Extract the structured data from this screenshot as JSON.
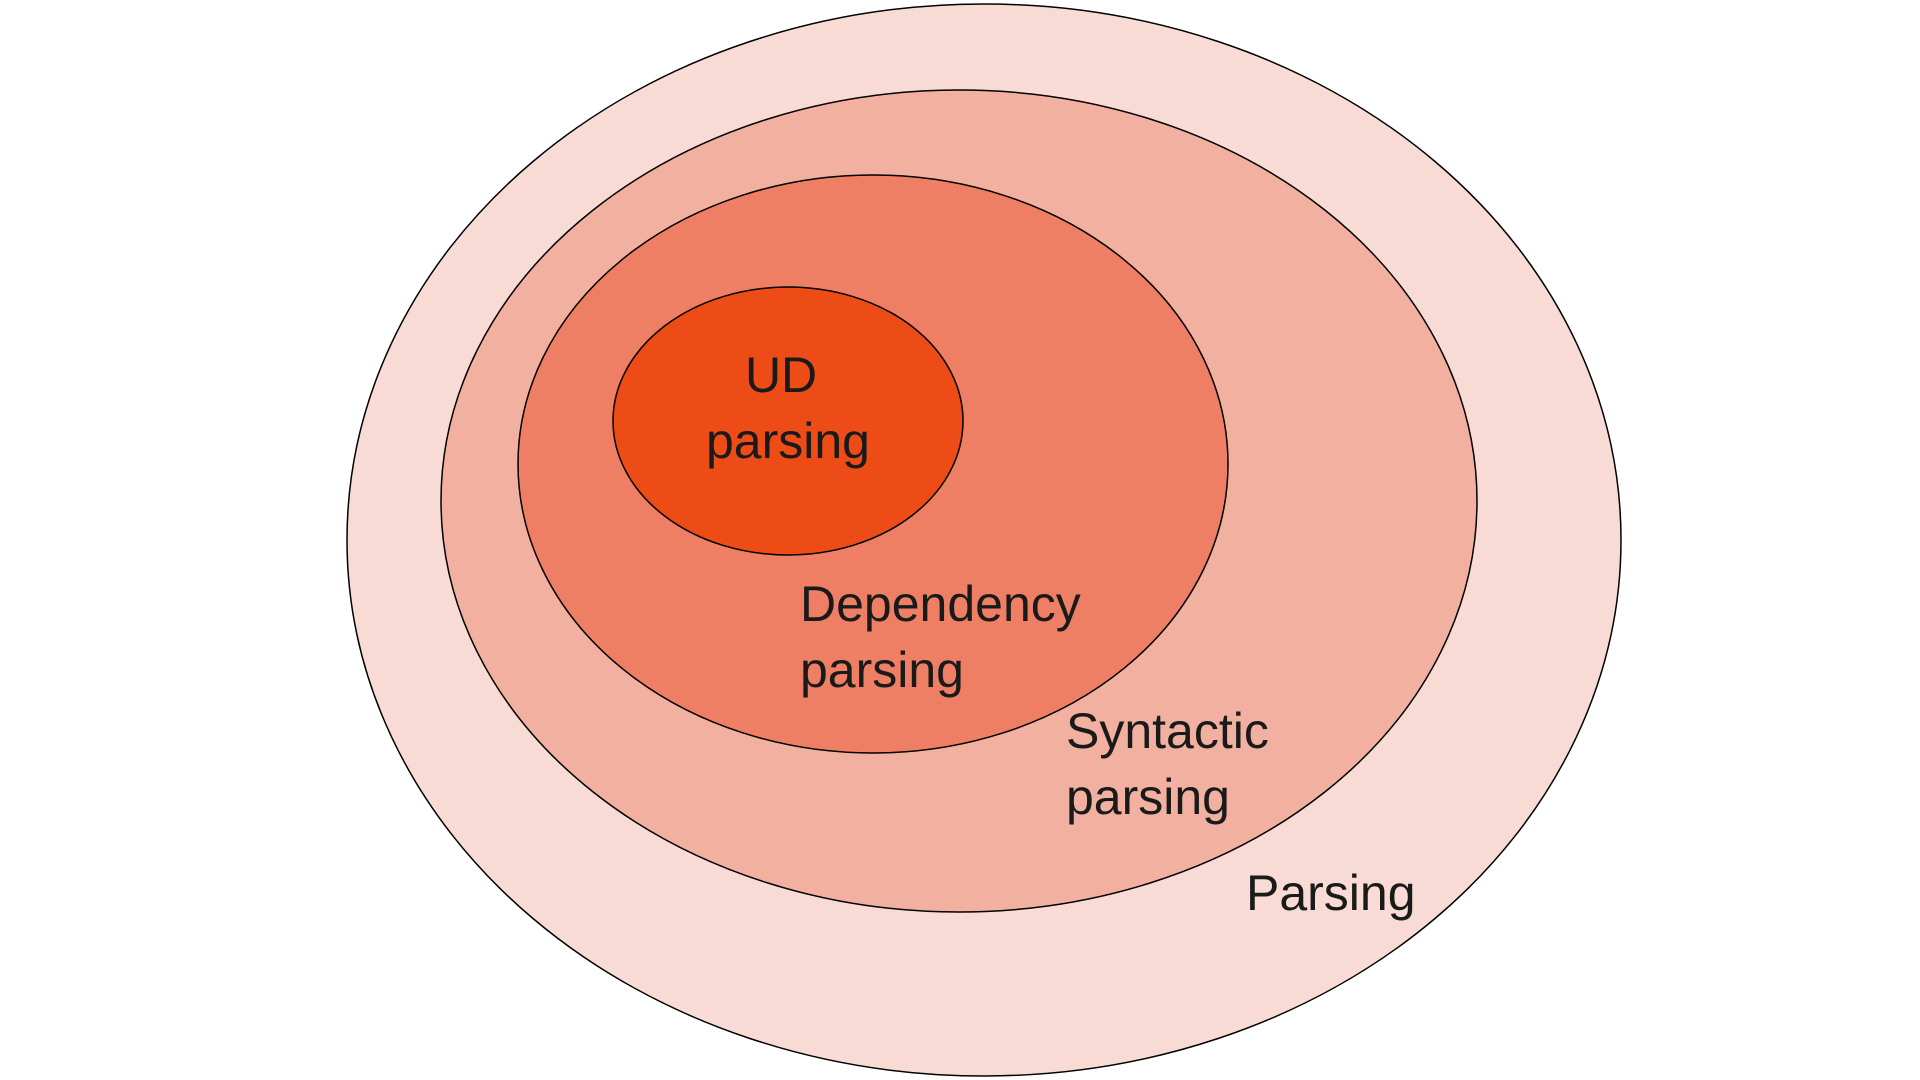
{
  "diagram": {
    "type": "nested-euler-diagram",
    "background_color": "#ffffff",
    "stroke_color": "#000000",
    "text_color": "#1a1a1a",
    "sets": [
      {
        "name": "parsing",
        "label": "Parsing",
        "label_lines": [
          "Parsing"
        ],
        "fill": "#f9dbd5",
        "level": 1
      },
      {
        "name": "syntactic-parsing",
        "label": "Syntactic parsing",
        "label_lines": [
          "Syntactic",
          "parsing"
        ],
        "fill": "#f2b0a1",
        "level": 2
      },
      {
        "name": "dependency-parsing",
        "label": "Dependency parsing",
        "label_lines": [
          "Dependency",
          "parsing"
        ],
        "fill": "#ee7f64",
        "level": 3
      },
      {
        "name": "ud-parsing",
        "label": "UD parsing",
        "label_lines": [
          "UD",
          "parsing"
        ],
        "fill": "#ee4c17",
        "level": 4
      }
    ]
  }
}
